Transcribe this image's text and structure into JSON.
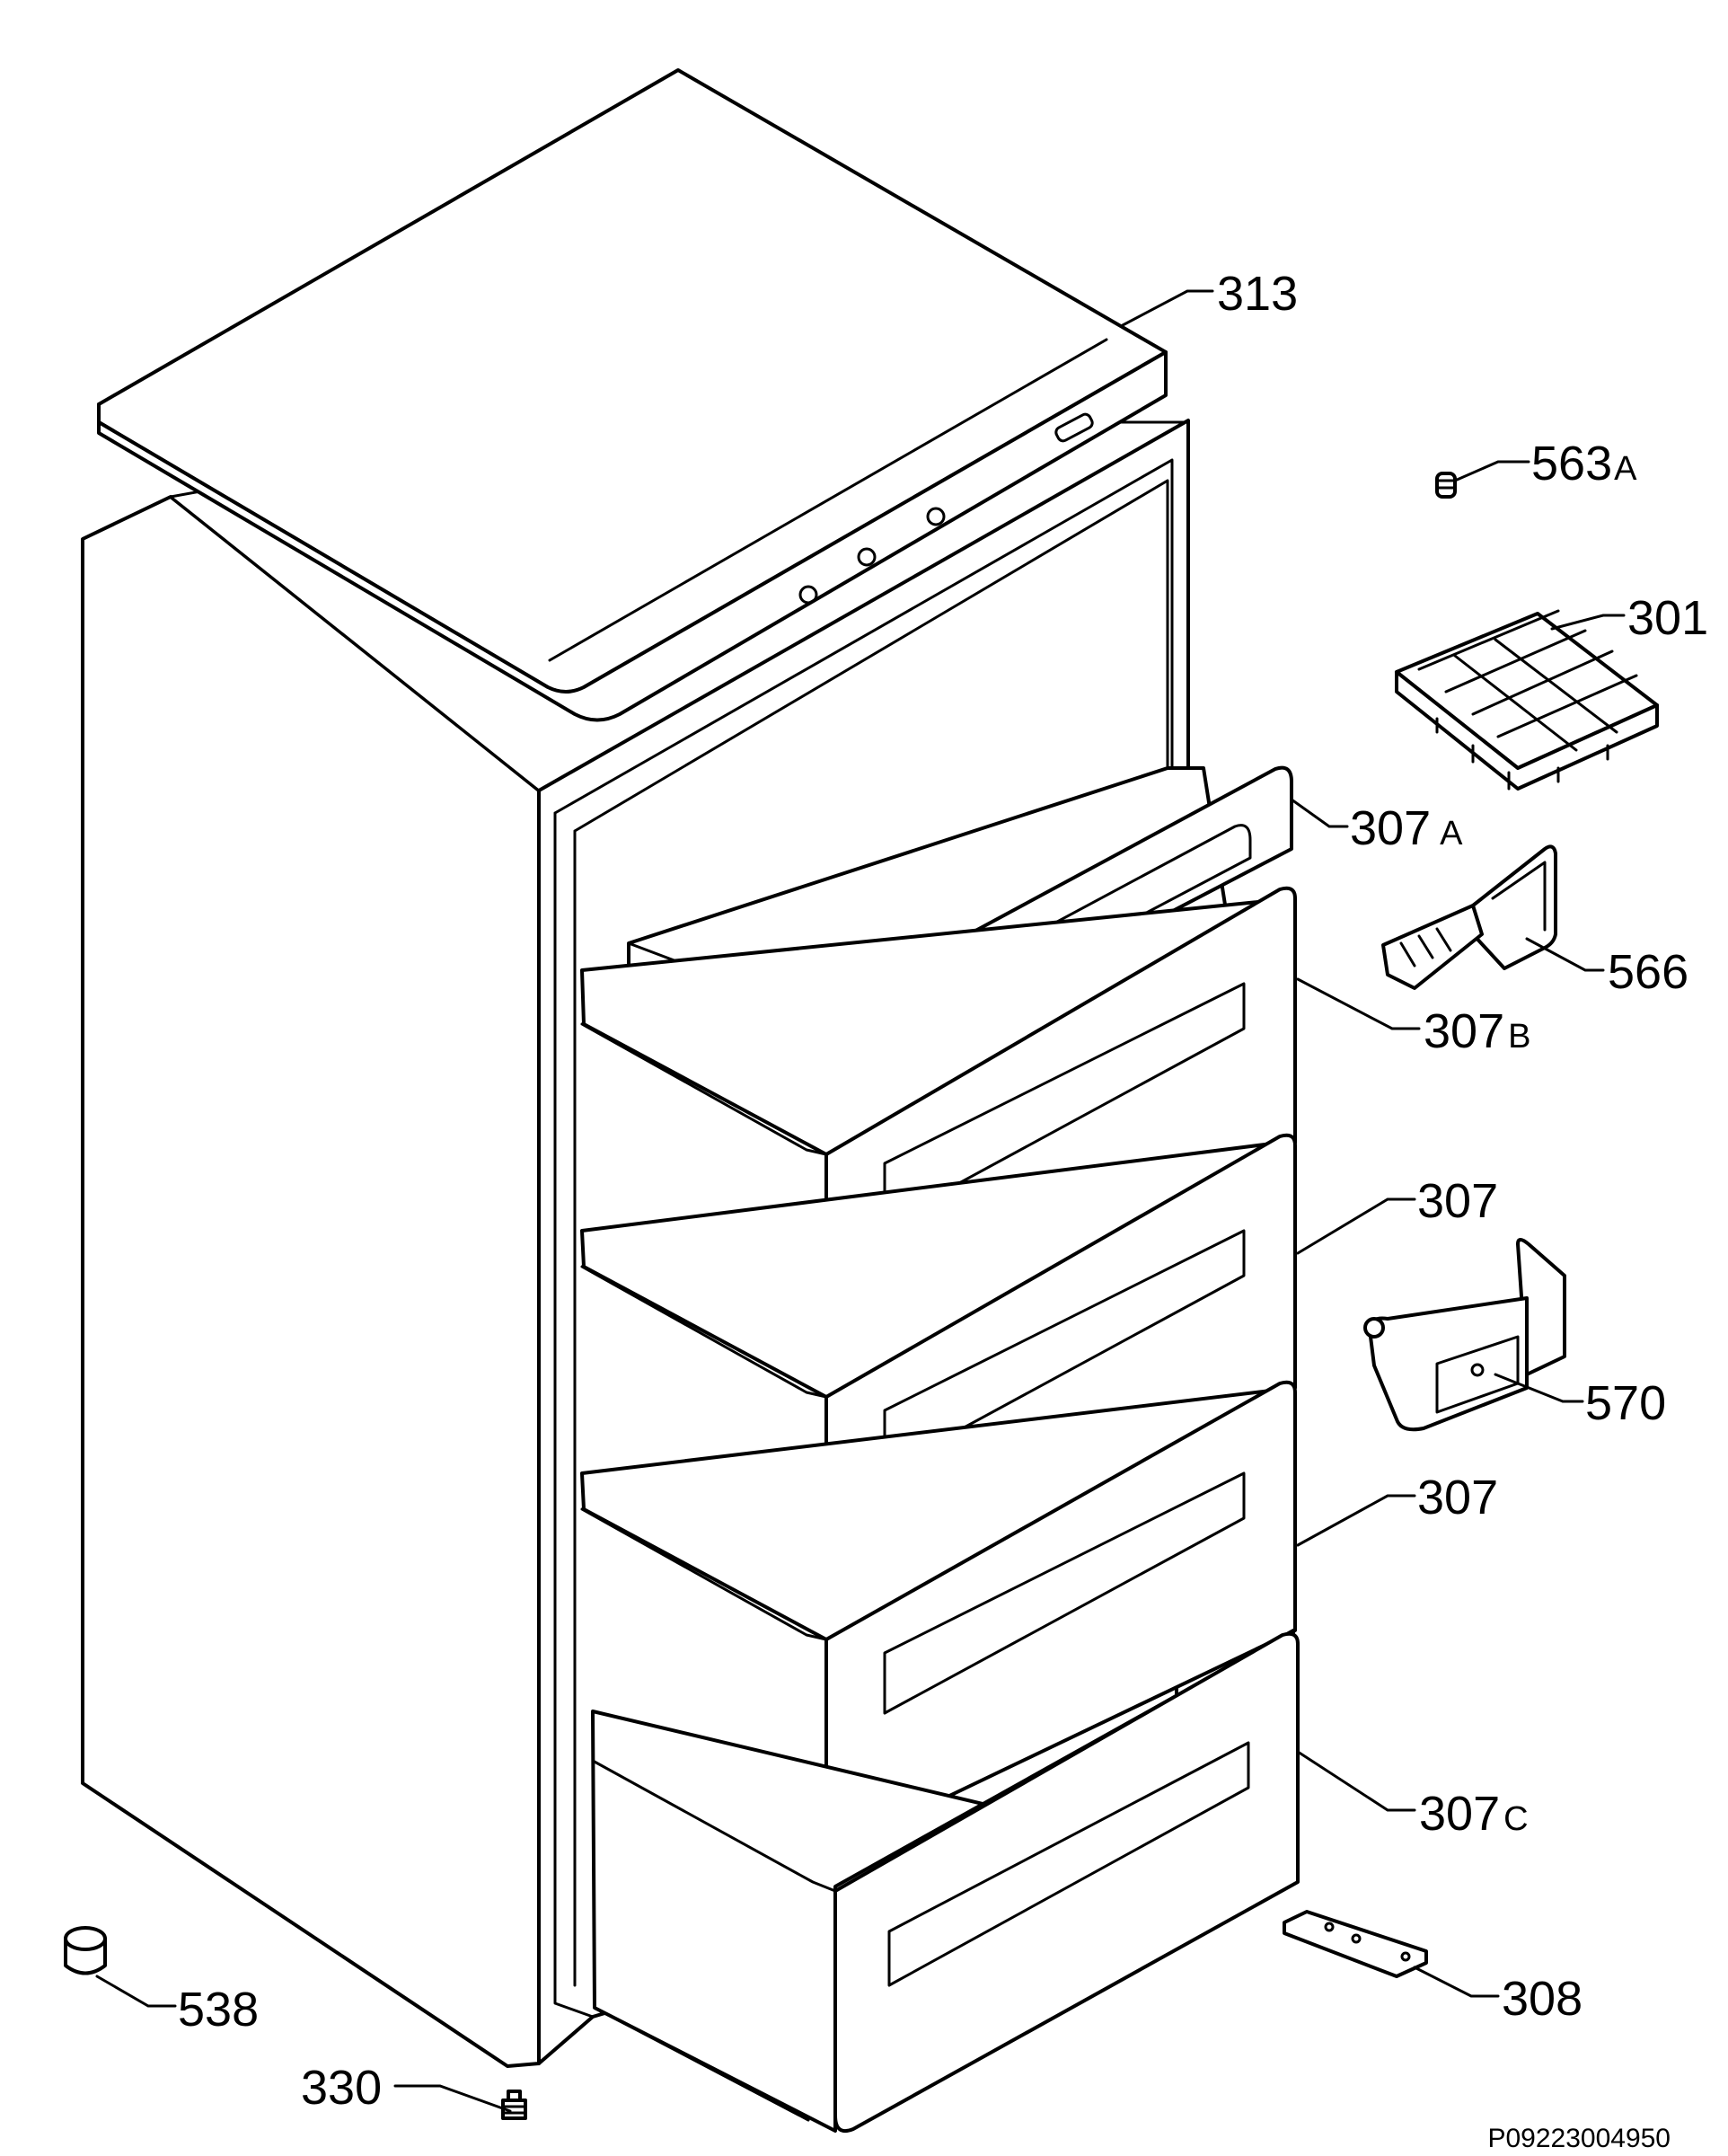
{
  "labels": {
    "p313": "313",
    "p563a_num": "563",
    "p563a_suf": "A",
    "p301": "301",
    "p307a_num": "307",
    "p307a_suf": "A",
    "p566": "566",
    "p307b_num": "307",
    "p307b_suf": "B",
    "p307_upper": "307",
    "p570": "570",
    "p307_lower": "307",
    "p307c_num": "307",
    "p307c_suf": "C",
    "p308": "308",
    "p538": "538",
    "p330": "330"
  },
  "document_code": "P09223004950"
}
